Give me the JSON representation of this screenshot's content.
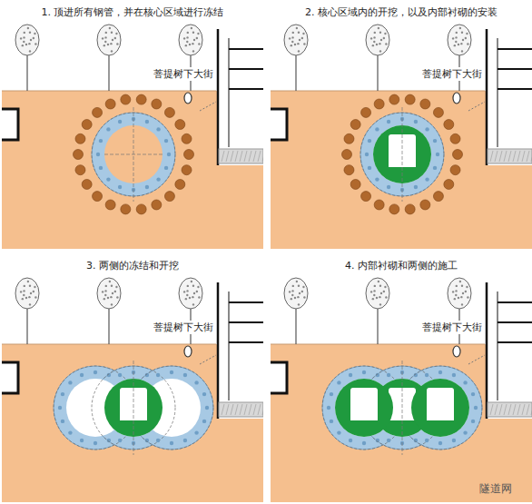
{
  "diagram": {
    "nodes": [
      {
        "text": [
          "1. 顶进所有钢管，并在核心区域进行冻结",
          "菩提树下大街"
        ]
      },
      {
        "text": [
          "2. 核心区域内的开挖，以及内部衬砌的安装",
          "菩提树下大街"
        ]
      },
      {
        "text": [
          "3. 两侧的冻结和开挖",
          "菩提树下大街"
        ]
      },
      {
        "text": [
          "4. 内部衬砌和两侧的施工",
          "菩提树下大街"
        ]
      }
    ],
    "labels": [
      "隧道网"
    ]
  }
}
